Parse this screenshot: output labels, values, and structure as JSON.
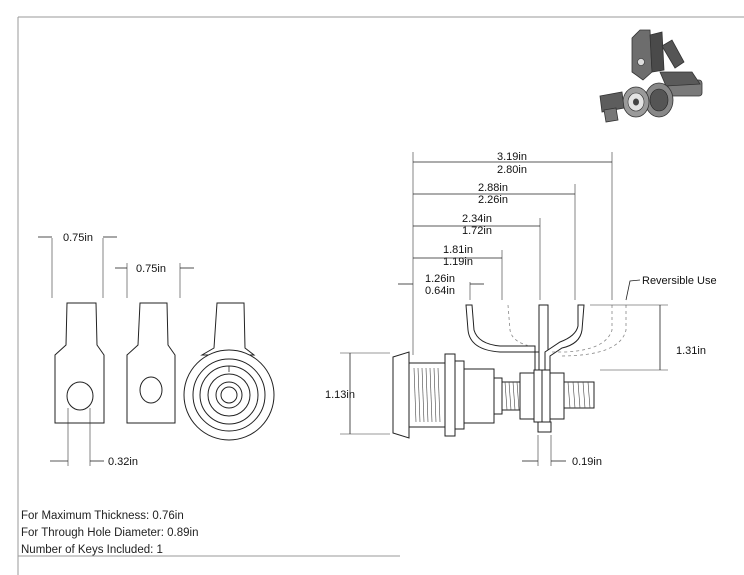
{
  "dimensions": {
    "front_width_top": "0.75in",
    "side_width_top": "0.75in",
    "front_hole_offset": "0.32in",
    "overall_max": "3.19in",
    "overall_min": "2.80in",
    "cam_max_3": "2.88in",
    "cam_min_3": "2.26in",
    "cam_max_2": "2.34in",
    "cam_min_2": "1.72in",
    "cam_max_1": "1.81in",
    "cam_min_1": "1.19in",
    "cam_max_0": "1.26in",
    "cam_min_0": "0.64in",
    "reversible_label": "Reversible Use",
    "cam_height": "1.31in",
    "face_diameter": "1.13in",
    "cam_thickness": "0.19in"
  },
  "notes": {
    "max_thickness": "For Maximum Thickness: 0.76in",
    "through_hole": "For Through Hole Diameter: 0.89in",
    "keys_included": "Number of Keys Included: 1"
  },
  "colors": {
    "line": "#222222",
    "border": "#9a9a9a",
    "background": "#ffffff"
  }
}
